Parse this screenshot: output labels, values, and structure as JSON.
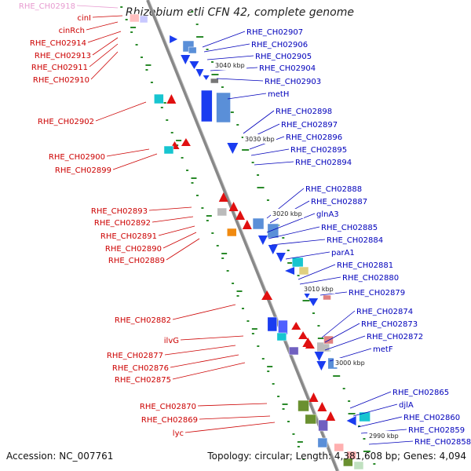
{
  "title": "Rhizobium etli CFN 42, complete genome",
  "footer": {
    "accession": "Accession: NC_007761",
    "stats": "Topology: circular; Length: 4,381,608 bp; Genes: 4,094"
  },
  "scale_labels": [
    "3040 kbp",
    "3030 kbp",
    "3020 kbp",
    "3010 kbp",
    "3000 kbp",
    "2990 kbp"
  ],
  "colors": {
    "backbone": "#888888",
    "reverse_strand_label": "#cc0000",
    "forward_strand_label": "#0000bb",
    "tick": "#2a8a2a"
  },
  "left_labels": [
    {
      "text": "RHE_CH02918",
      "faded": true
    },
    {
      "text": "cinI"
    },
    {
      "text": "cinRch"
    },
    {
      "text": "RHE_CH02914"
    },
    {
      "text": "RHE_CH02913"
    },
    {
      "text": "RHE_CH02911"
    },
    {
      "text": "RHE_CH02910"
    },
    {
      "text": "RHE_CH02902"
    },
    {
      "text": "RHE_CH02900"
    },
    {
      "text": "RHE_CH02899"
    },
    {
      "text": "RHE_CH02893"
    },
    {
      "text": "RHE_CH02892"
    },
    {
      "text": "RHE_CH02891"
    },
    {
      "text": "RHE_CH02890"
    },
    {
      "text": "RHE_CH02889"
    },
    {
      "text": "RHE_CH02882"
    },
    {
      "text": "ilvG"
    },
    {
      "text": "RHE_CH02877"
    },
    {
      "text": "RHE_CH02876"
    },
    {
      "text": "RHE_CH02875"
    },
    {
      "text": "RHE_CH02870"
    },
    {
      "text": "RHE_CH02869"
    },
    {
      "text": "lyc"
    }
  ],
  "right_labels": [
    {
      "text": "RHE_CH02907"
    },
    {
      "text": "RHE_CH02906"
    },
    {
      "text": "RHE_CH02905"
    },
    {
      "text": "RHE_CH02904"
    },
    {
      "text": "RHE_CH02903"
    },
    {
      "text": "metH"
    },
    {
      "text": "RHE_CH02898"
    },
    {
      "text": "RHE_CH02897"
    },
    {
      "text": "RHE_CH02896"
    },
    {
      "text": "RHE_CH02895"
    },
    {
      "text": "RHE_CH02894"
    },
    {
      "text": "RHE_CH02888"
    },
    {
      "text": "RHE_CH02887"
    },
    {
      "text": "glnA3"
    },
    {
      "text": "RHE_CH02885"
    },
    {
      "text": "RHE_CH02884"
    },
    {
      "text": "parA1"
    },
    {
      "text": "RHE_CH02881"
    },
    {
      "text": "RHE_CH02880"
    },
    {
      "text": "RHE_CH02879"
    },
    {
      "text": "RHE_CH02874"
    },
    {
      "text": "RHE_CH02873"
    },
    {
      "text": "RHE_CH02872"
    },
    {
      "text": "metF"
    },
    {
      "text": "RHE_CH02865"
    },
    {
      "text": "djlA"
    },
    {
      "text": "RHE_CH02860"
    },
    {
      "text": "RHE_CH02859"
    },
    {
      "text": "RHE_CH02858"
    }
  ]
}
